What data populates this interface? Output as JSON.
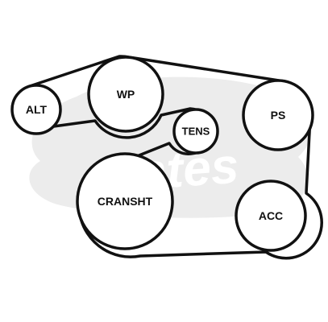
{
  "colors": {
    "line": "#111111",
    "watermark": "#ececec",
    "background": "#ffffff"
  },
  "watermark": {
    "brand": "Gates",
    "icon": "gates-logo-watermark"
  },
  "pulleys": [
    {
      "id": "alt",
      "label": "ALT"
    },
    {
      "id": "wp",
      "label": "WP"
    },
    {
      "id": "tens",
      "label": "TENS"
    },
    {
      "id": "ps",
      "label": "PS"
    },
    {
      "id": "cransht",
      "label": "CRANSHT"
    },
    {
      "id": "acc",
      "label": "ACC"
    }
  ]
}
